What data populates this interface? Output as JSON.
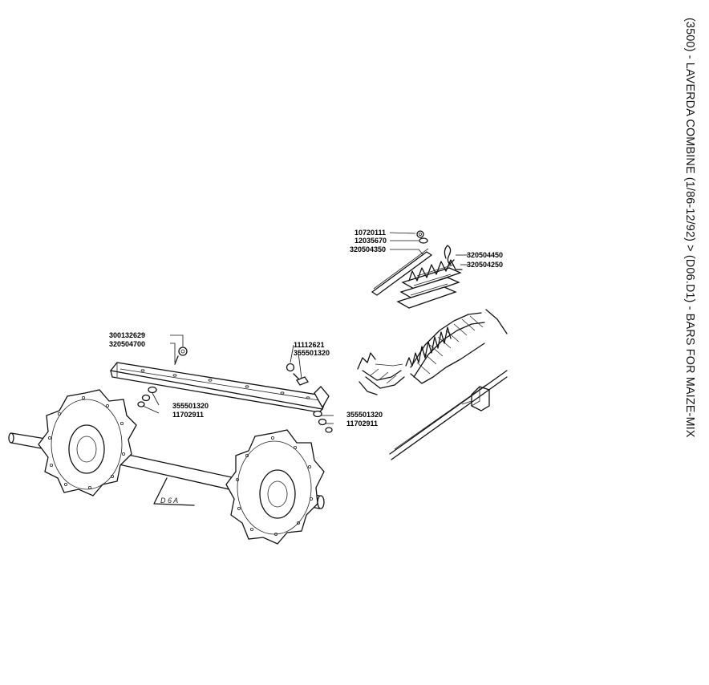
{
  "title": "(3500) - LAVERDA COMBINE (1/86-12/92) > (D06.D1) - BARS FOR MAIZE-MIX",
  "section_ref": "D 6 A",
  "callouts": [
    {
      "id": "c1",
      "part_no": "10720111"
    },
    {
      "id": "c2",
      "part_no": "12035670"
    },
    {
      "id": "c3",
      "part_no": "320504350"
    },
    {
      "id": "c4",
      "part_no": "320504450"
    },
    {
      "id": "c5",
      "part_no": "320504250"
    },
    {
      "id": "c6",
      "part_no": "300132629"
    },
    {
      "id": "c7",
      "part_no": "320504700"
    },
    {
      "id": "c8",
      "part_no": "11112621"
    },
    {
      "id": "c9",
      "part_no": "355501320"
    },
    {
      "id": "c10",
      "part_no": "355501320"
    },
    {
      "id": "c11",
      "part_no": "11702911"
    },
    {
      "id": "c12",
      "part_no": "355501320"
    },
    {
      "id": "c13",
      "part_no": "11702911"
    }
  ]
}
